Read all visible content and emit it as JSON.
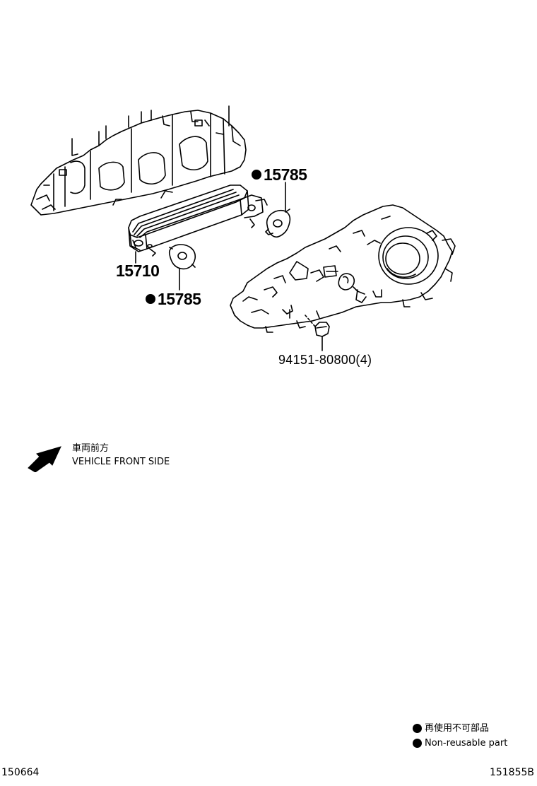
{
  "callouts": {
    "gasket_upper": "15785",
    "oil_cooler": "15710",
    "gasket_lower": "15785",
    "nut": "94151-80800(4)"
  },
  "vehicle_front": {
    "jp": "車両前方",
    "en": "VEHICLE FRONT SIDE"
  },
  "legend": {
    "jp": "再使用不可部品",
    "en": "Non-reusable part"
  },
  "footer": {
    "left_code": "150664",
    "right_code": "151855B"
  }
}
